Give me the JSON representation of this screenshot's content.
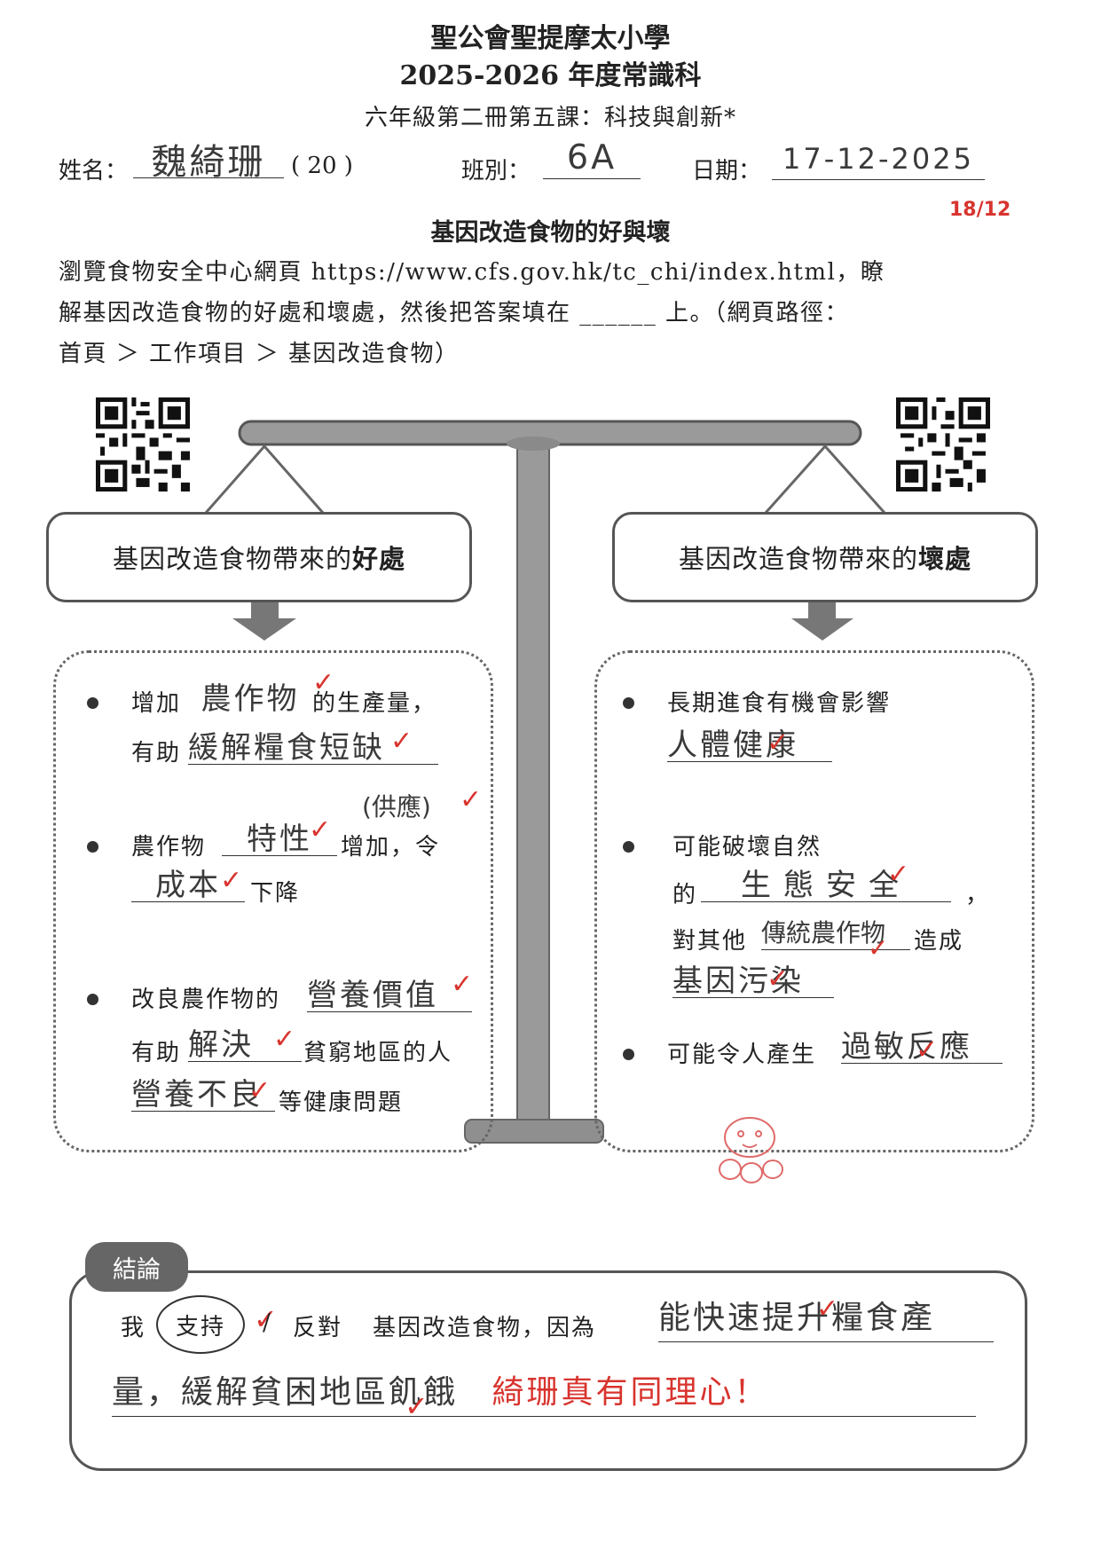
{
  "header": {
    "school": "聖公會聖提摩太小學",
    "year_subject": "2025-2026 年度常識科",
    "lesson": "六年級第二冊第五課：科技與創新*"
  },
  "student": {
    "name_label": "姓名：",
    "name_value": "魏綺珊",
    "number": "( 20 )",
    "class_label": "班別：",
    "class_value": "6A",
    "date_label": "日期：",
    "date_value": "17-12-2025",
    "score": "18/12"
  },
  "worksheet": {
    "title": "基因改造食物的好與壞",
    "intro_line1": "瀏覽食物安全中心網頁 https://www.cfs.gov.hk/tc_chi/index.html，瞭",
    "intro_line2": "解基因改造食物的好處和壞處，然後把答案填在 ______ 上。（網頁路徑：",
    "intro_line3": "首頁 ＞ 工作項目 ＞ 基因改造食物）"
  },
  "benefits": {
    "header_plain": "基因改造食物帶來的",
    "header_bold": "好處",
    "item1": {
      "pre": "增加",
      "ans1": "農作物",
      "mid": "的生產量，",
      "pre2": "有助",
      "ans2": "緩解糧食短缺"
    },
    "item2": {
      "pre": "農作物",
      "ans1": "特性",
      "note": "(供應)",
      "mid": "增加，令",
      "ans2": "成本",
      "post": "下降"
    },
    "item3": {
      "pre": "改良農作物的",
      "ans1": "營養價值",
      "pre2": "有助",
      "ans2": "解決",
      "mid": "貧窮地區的人",
      "ans3": "營養不良",
      "post": "等健康問題"
    }
  },
  "drawbacks": {
    "header_plain": "基因改造食物帶來的",
    "header_bold": "壞處",
    "item1": {
      "pre": "長期進食有機會影響",
      "ans1": "人體健康"
    },
    "item2": {
      "pre": "可能破壞自然",
      "pre2": "的",
      "ans1": "生態安全",
      "pre3": "對其他",
      "ans2": "傳統農作物",
      "mid": "造成",
      "ans3": "基因污染"
    },
    "item3": {
      "pre": "可能令人產生",
      "ans1": "過敏反應"
    }
  },
  "conclusion": {
    "tag": "結論",
    "pre": "我",
    "circled": "支持",
    "slash": "/",
    "oppose": "反對",
    "mid": "基因改造食物，因為",
    "ans_line1": "能快速提升糧食產",
    "ans_line2": "量，緩解貧困地區飢餓",
    "comment": "綺珊真有同理心！"
  },
  "marks": {
    "check": "✓"
  },
  "colors": {
    "ink": "#222222",
    "pencil": "#3a3a3a",
    "red_pen": "#d8342e",
    "frame": "#555555"
  }
}
